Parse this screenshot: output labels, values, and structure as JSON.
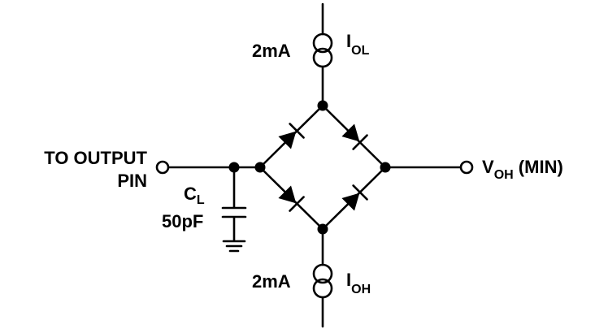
{
  "labels": {
    "input_line1": "TO OUTPUT",
    "input_line2": "PIN",
    "cap_name_main": "C",
    "cap_name_sub": "L",
    "cap_value": "50pF",
    "top_source_value": "2mA",
    "top_source_name_main": "I",
    "top_source_name_sub": "OL",
    "bottom_source_value": "2mA",
    "bottom_source_name_main": "I",
    "bottom_source_name_sub": "OH",
    "output_name_main": "V",
    "output_name_sub": "OH",
    "output_suffix": " (MIN)"
  },
  "components": {
    "top_source": "current-source",
    "bottom_source": "current-source",
    "capacitor": "capacitor",
    "ground": "ground-symbol",
    "bridge": "diode-bridge",
    "diode_count": 4
  }
}
